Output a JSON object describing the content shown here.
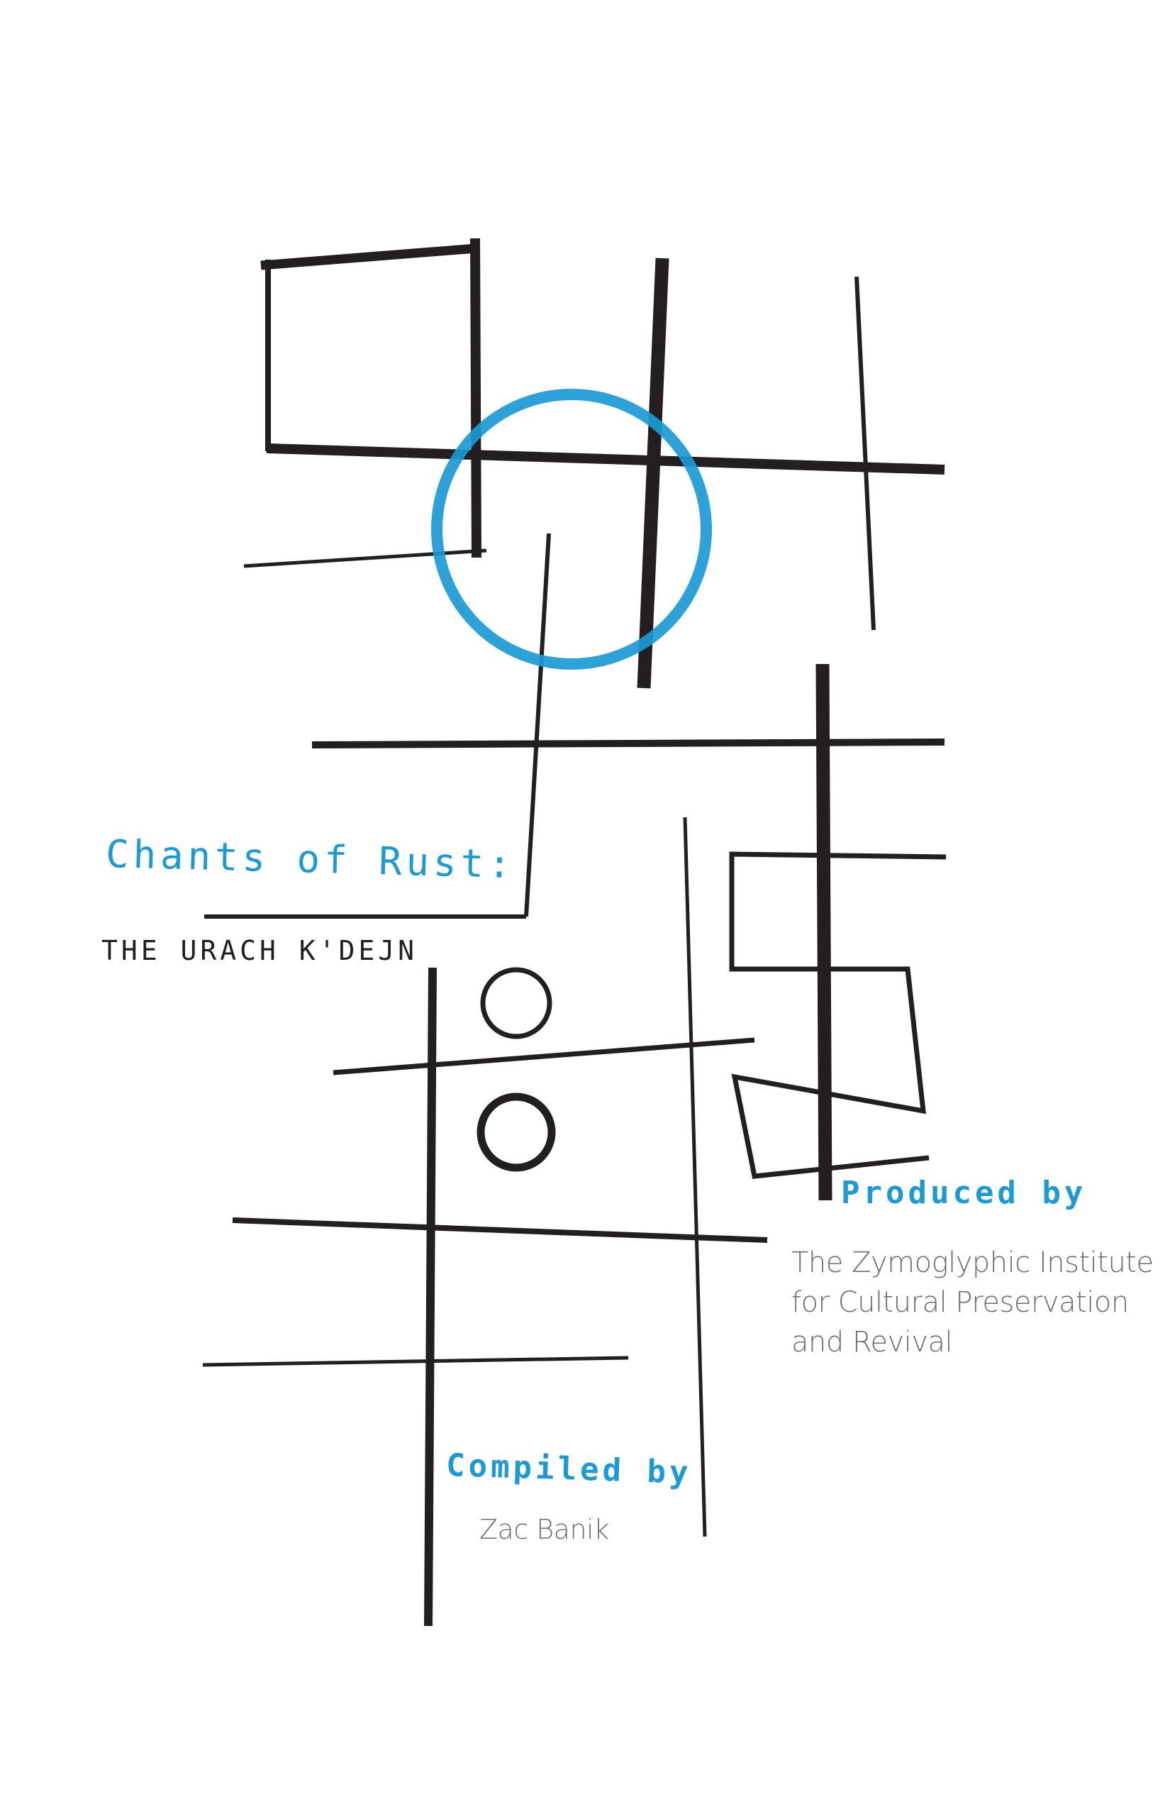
{
  "cover": {
    "title": "Chants of Rust:",
    "subtitle": "THE URACH K'DEJN",
    "produced_label": "Produced by",
    "producer_name": "The Zymoglyphic Institute for Cultural Preservation and Revival",
    "compiled_label": "Compiled by",
    "compiler_name": "Zac Banik"
  },
  "colors": {
    "accent": "#1a9ad6",
    "ink": "#231f20",
    "secondary_text": "#6d6e71",
    "background": "#ffffff"
  }
}
